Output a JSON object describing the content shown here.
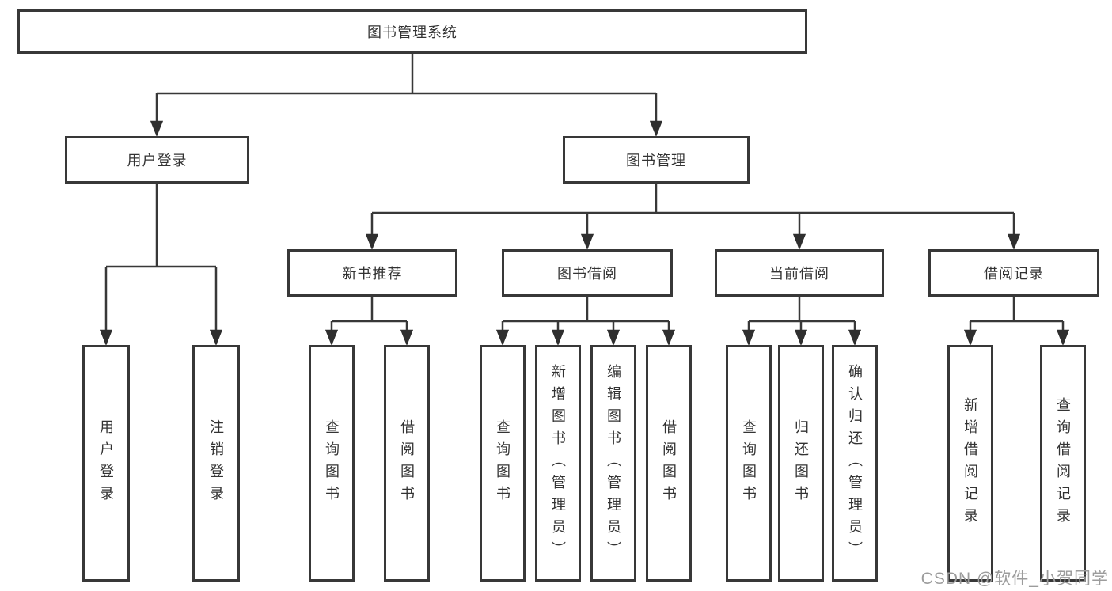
{
  "tree": {
    "label": "图书管理系统",
    "children": [
      {
        "label": "用户登录",
        "children": [
          {
            "label": "用户登录"
          },
          {
            "label": "注销登录"
          }
        ]
      },
      {
        "label": "图书管理",
        "children": [
          {
            "label": "新书推荐",
            "children": [
              {
                "label": "查询图书"
              },
              {
                "label": "借阅图书"
              }
            ]
          },
          {
            "label": "图书借阅",
            "children": [
              {
                "label": "查询图书"
              },
              {
                "label": "新增图书（管理员）"
              },
              {
                "label": "编辑图书（管理员）"
              },
              {
                "label": "借阅图书"
              }
            ]
          },
          {
            "label": "当前借阅",
            "children": [
              {
                "label": "查询图书"
              },
              {
                "label": "归还图书"
              },
              {
                "label": "确认归还（管理员）"
              }
            ]
          },
          {
            "label": "借阅记录",
            "children": [
              {
                "label": "新增借阅记录"
              },
              {
                "label": "查询借阅记录"
              }
            ]
          }
        ]
      }
    ]
  },
  "watermark": "CSDN @软件_小贺同学",
  "colors": {
    "line": "#383838",
    "text": "#333333",
    "box_background": "#ffffff",
    "page_background": "#ffffff",
    "watermark": "#9c9c9c"
  }
}
